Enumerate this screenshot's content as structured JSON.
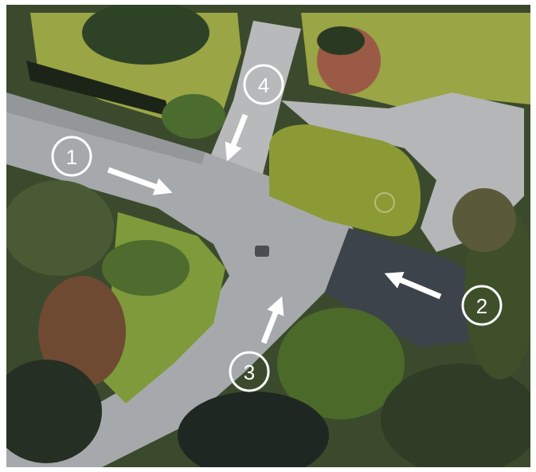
{
  "map": {
    "colors": {
      "road": "#a9acae",
      "asphalt": "#3f454d",
      "lawn": "#8d9a3c",
      "lawn_light": "#a4ab4a",
      "tree_dark": "#1f2a1c",
      "tree_mid": "#3d5a2a",
      "tree_red": "#7a4a33",
      "marker": "#ffffff"
    },
    "approaches": [
      {
        "id": "1",
        "label": "1",
        "arrow_direction": "east"
      },
      {
        "id": "2",
        "label": "2",
        "arrow_direction": "west"
      },
      {
        "id": "3",
        "label": "3",
        "arrow_direction": "north"
      },
      {
        "id": "4",
        "label": "4",
        "arrow_direction": "south"
      }
    ]
  }
}
